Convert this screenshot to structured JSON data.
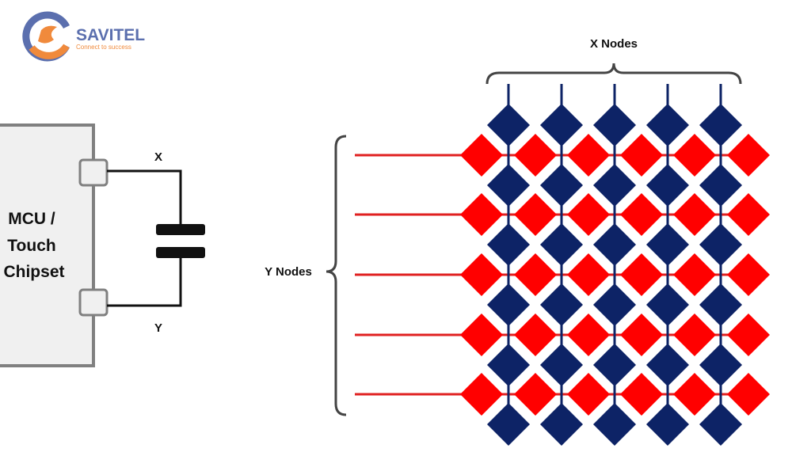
{
  "logo": {
    "brand": "SAVITEL",
    "tagline": "Connect to success",
    "colors": {
      "blue": "#5b6fae",
      "orange": "#f08a3c",
      "text": "#5b6fae"
    }
  },
  "chipset": {
    "label_lines": [
      "MCU /",
      "Touch",
      "Chipset"
    ]
  },
  "circuit": {
    "x_label": "X",
    "y_label": "Y"
  },
  "grid": {
    "x_nodes_label": "X Nodes",
    "y_nodes_label": "Y Nodes",
    "x_node_count": 5,
    "y_node_count": 5,
    "colors": {
      "x_node": "#0d2366",
      "y_node": "#ff0000",
      "y_line": "#e02020",
      "x_line": "#0d2366",
      "bracket": "#444444"
    }
  }
}
